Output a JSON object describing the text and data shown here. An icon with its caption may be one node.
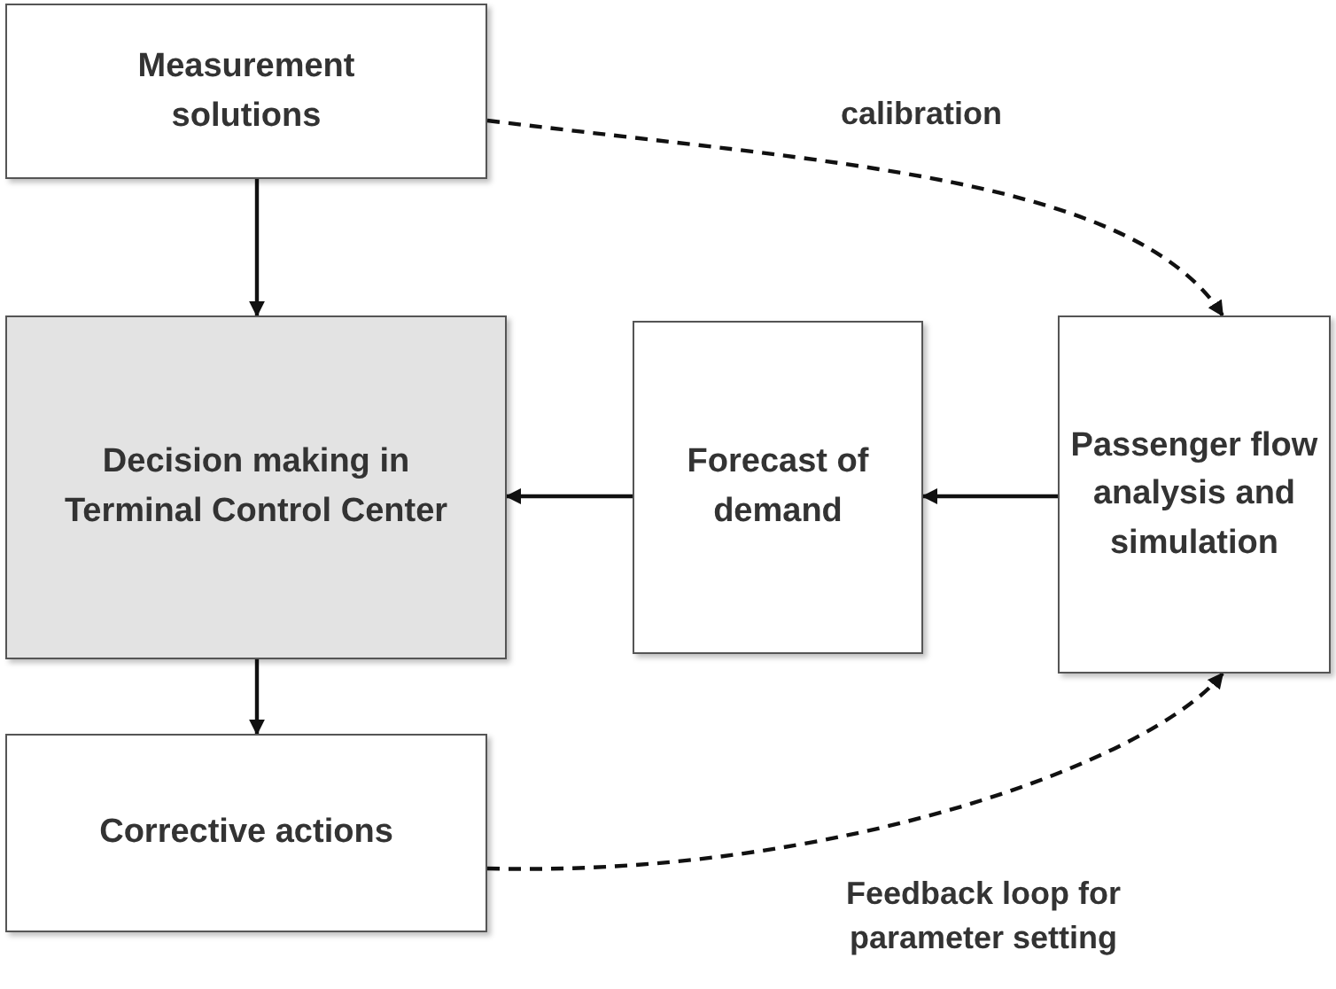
{
  "diagram": {
    "nodes": [
      {
        "text": [
          "Measurement solutions"
        ]
      },
      {
        "text": [
          "Decision making in Terminal Control Center"
        ]
      },
      {
        "text": [
          "Forecast of demand"
        ]
      },
      {
        "text": [
          "Passenger flow analysis and simulation"
        ]
      },
      {
        "text": [
          "Corrective actions"
        ]
      }
    ],
    "edges": [
      {
        "from": 0,
        "to": 1,
        "arrow": "to"
      },
      {
        "from": 0,
        "to": 3,
        "arrow": "to",
        "style": "dashed",
        "label": "calibration"
      },
      {
        "from": 3,
        "to": 2,
        "arrow": "to"
      },
      {
        "from": 2,
        "to": 1,
        "arrow": "to"
      },
      {
        "from": 1,
        "to": 4,
        "arrow": "to"
      },
      {
        "from": 4,
        "to": 3,
        "arrow": "to",
        "style": "dashed",
        "label": "Feedback loop for parameter setting"
      }
    ]
  }
}
